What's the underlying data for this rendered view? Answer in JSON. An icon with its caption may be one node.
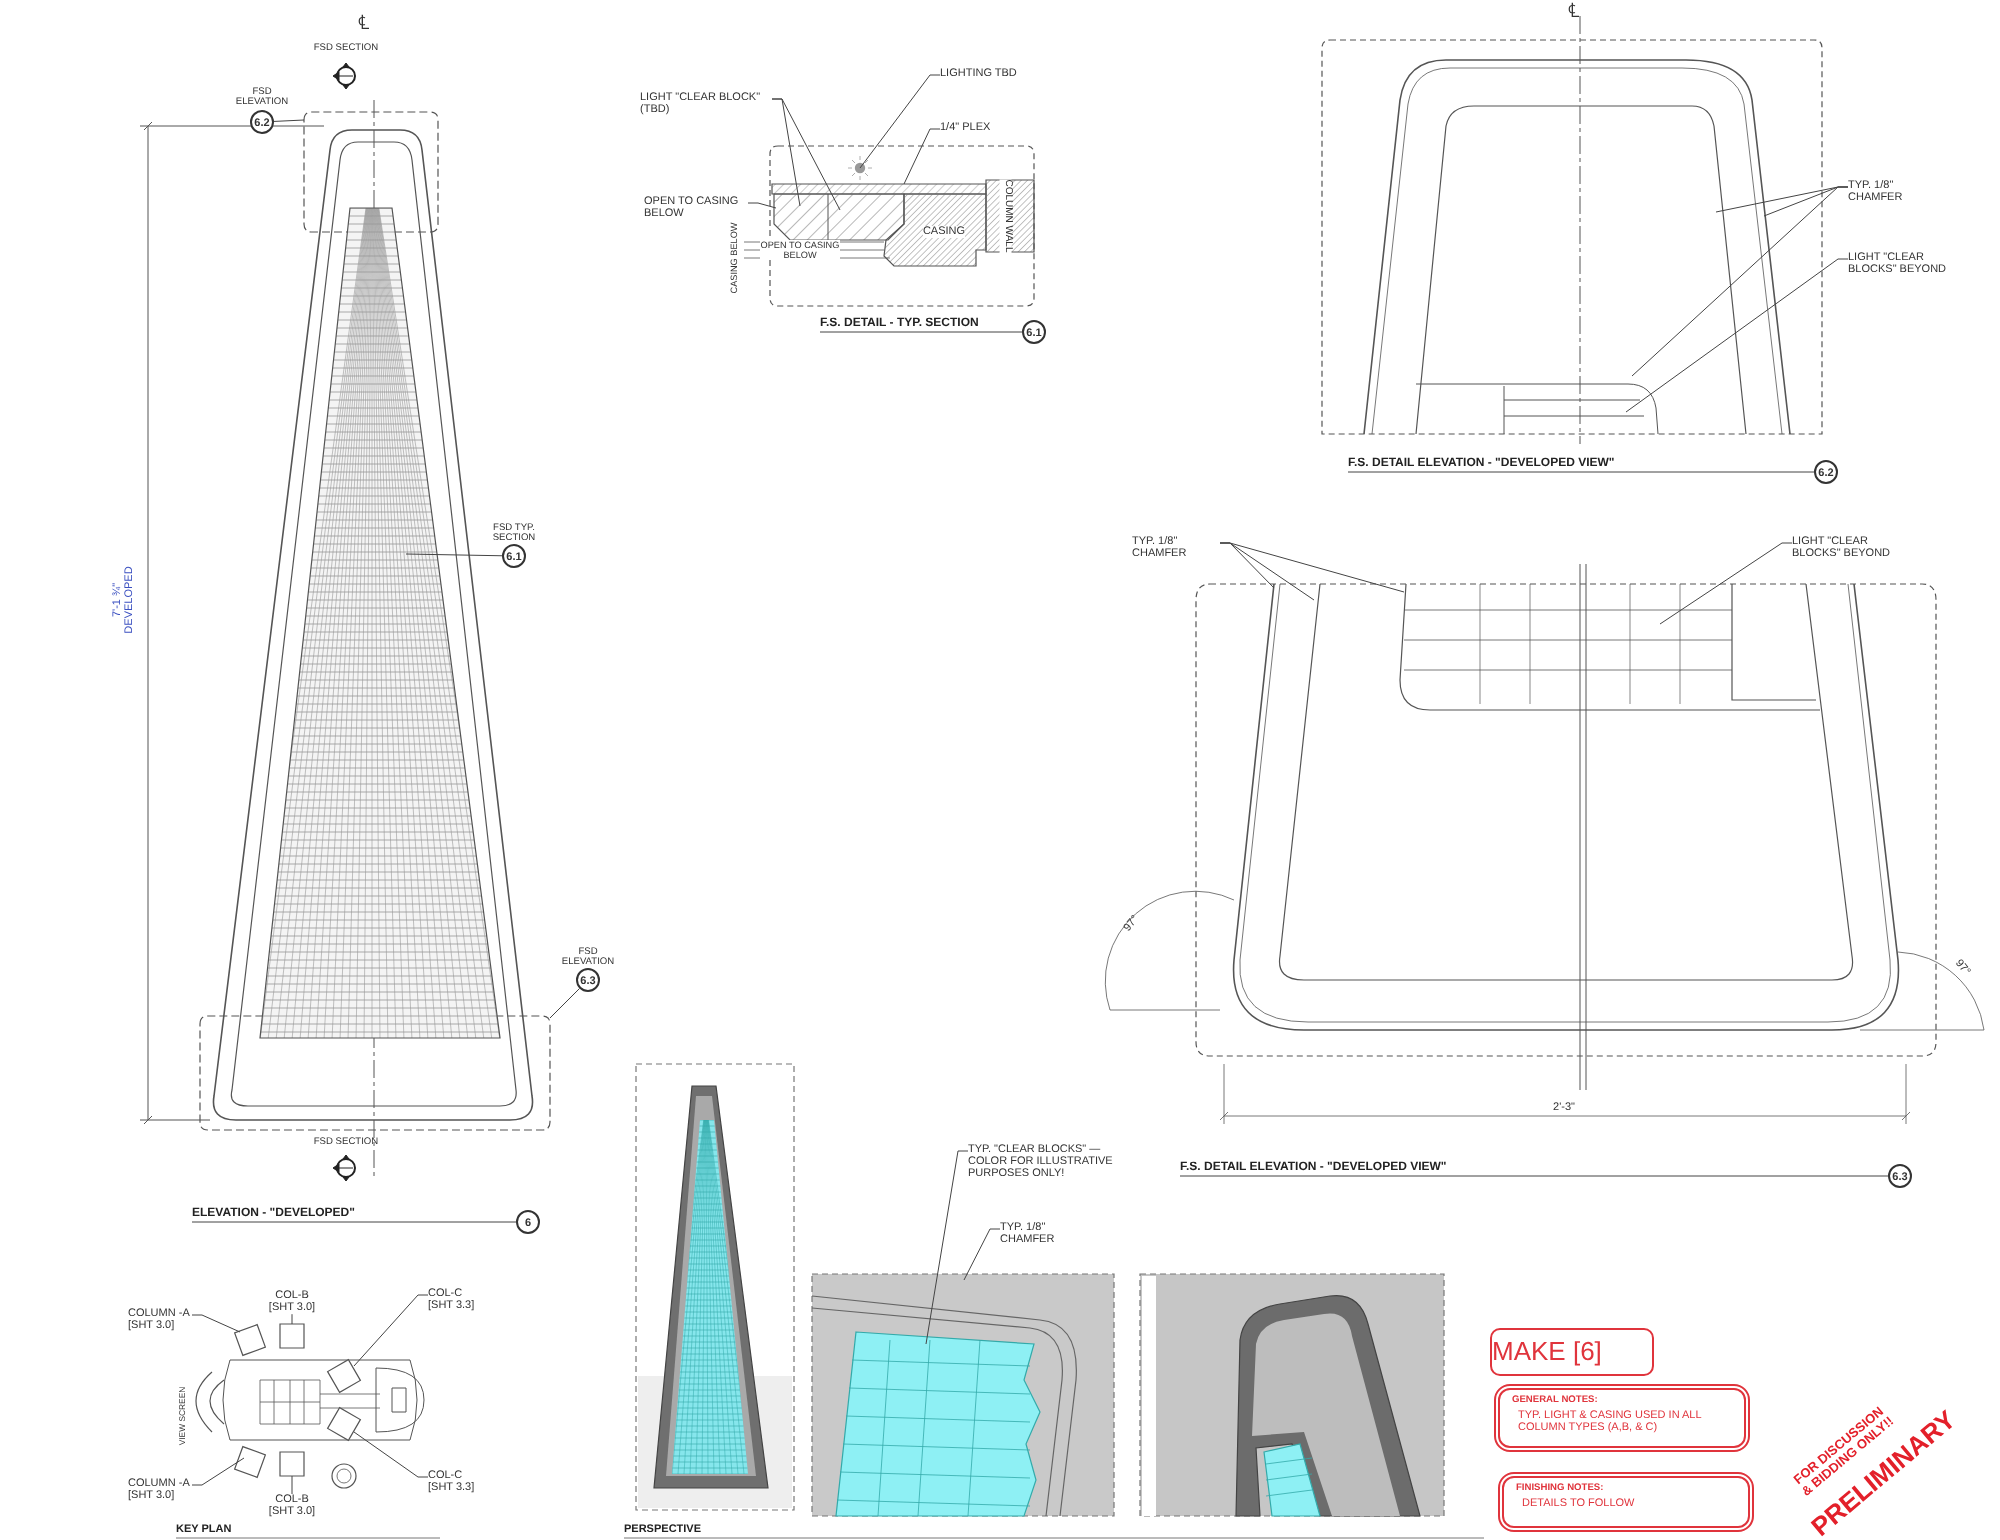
{
  "diagram": {
    "nodes": [
      {
        "text": [
          "6.2"
        ],
        "beside": [
          "FSD ELEVATION"
        ]
      },
      {
        "text": [],
        "shape": "circle",
        "beside": [
          "FSD SECTION"
        ]
      },
      {
        "text": [
          "6.1"
        ],
        "beside": [
          "FSD TYP. SECTION"
        ]
      },
      {
        "text": [
          "6.3"
        ],
        "beside": [
          "FSD ELEVATION"
        ]
      },
      {
        "text": [],
        "shape": "circle",
        "beside": [
          "FSD SECTION"
        ]
      },
      {
        "text": [
          "6"
        ]
      },
      {
        "text": [
          "6.1"
        ]
      },
      {
        "text": [
          "6.2"
        ]
      },
      {
        "text": [
          "6.3"
        ]
      },
      {
        "text": [
          "LIGHT \"CLEAR BLOCK\" (TBD)"
        ]
      },
      {
        "text": [
          "LIGHTING TBD"
        ]
      },
      {
        "text": [
          "1/4\" PLEX"
        ]
      },
      {
        "text": [
          "OPEN TO CASING BELOW"
        ]
      },
      {
        "text": [
          "TYP. 1/8\" CHAMFER"
        ]
      },
      {
        "text": [
          "LIGHT \"CLEAR BLOCKS\" BEYOND"
        ]
      },
      {
        "text": [
          "TYP. 1/8\" CHAMFER"
        ]
      },
      {
        "text": [
          "LIGHT \"CLEAR BLOCKS\" BEYOND"
        ]
      },
      {
        "text": [
          "COLUMN -A [SHT 3.0]"
        ]
      },
      {
        "text": [
          "COL-B [SHT 3.0]"
        ]
      },
      {
        "text": [
          "COL-C [SHT 3.3]"
        ]
      },
      {
        "text": [
          "COL-C [SHT 3.3]"
        ]
      },
      {
        "text": [
          "COL-B [SHT 3.0]"
        ]
      },
      {
        "text": [
          "COLUMN -A [SHT 3.0]"
        ]
      },
      {
        "text": [
          "TYP. \"CLEAR BLOCKS\" — COLOR FOR ILLUSTRATIVE PURPOSES ONLY!"
        ]
      },
      {
        "text": [
          "TYP. 1/8\" CHAMFER"
        ]
      },
      {
        "text": [
          "MAKE [6]"
        ]
      },
      {
        "text": [
          "GENERAL NOTES:",
          "TYP. LIGHT & CASING USED IN ALL COLUMN TYPES (A,B, & C)"
        ]
      },
      {
        "text": [
          "FINISHING NOTES:",
          "DETAILS TO FOLLOW"
        ]
      },
      {
        "text": [],
        "shape": "picture"
      },
      {
        "text": [],
        "shape": "picture"
      },
      {
        "text": [],
        "shape": "picture"
      },
      {
        "text": [],
        "shape": "picture"
      },
      {
        "text": [],
        "shape": "picture"
      },
      {
        "text": [],
        "shape": "picture"
      },
      {
        "text": [
          "ELEVATION - \"DEVELOPED\""
        ]
      },
      {
        "text": [
          "F.S. DETAIL - TYP. SECTION"
        ]
      },
      {
        "text": [
          "F.S. DETAIL ELEVATION - \"DEVELOPED VIEW\""
        ]
      },
      {
        "text": [
          "F.S. DETAIL ELEVATION - \"DEVELOPED VIEW\""
        ]
      }
    ],
    "edges": [
      {
        "from": 0,
        "to": 28,
        "arrow": "none"
      },
      {
        "from": 2,
        "to": 28,
        "arrow": "none"
      },
      {
        "from": 3,
        "to": 28,
        "arrow": "none"
      },
      {
        "from": 9,
        "to": 29,
        "arrow": "none"
      },
      {
        "from": 9,
        "to": 29,
        "arrow": "none"
      },
      {
        "from": 10,
        "to": 29,
        "arrow": "none"
      },
      {
        "from": 11,
        "to": 29,
        "arrow": "none"
      },
      {
        "from": 12,
        "to": 29,
        "arrow": "none"
      },
      {
        "from": 13,
        "to": 30,
        "arrow": "none"
      },
      {
        "from": 13,
        "to": 30,
        "arrow": "none"
      },
      {
        "from": 13,
        "to": 30,
        "arrow": "none"
      },
      {
        "from": 14,
        "to": 30,
        "arrow": "none"
      },
      {
        "from": 15,
        "to": 31,
        "arrow": "none"
      },
      {
        "from": 15,
        "to": 31,
        "arrow": "none"
      },
      {
        "from": 15,
        "to": 31,
        "arrow": "none"
      },
      {
        "from": 16,
        "to": 31,
        "arrow": "none"
      },
      {
        "from": 17,
        "to": 32,
        "arrow": "none"
      },
      {
        "from": 18,
        "to": 32,
        "arrow": "none"
      },
      {
        "from": 19,
        "to": 32,
        "arrow": "none"
      },
      {
        "from": 20,
        "to": 32,
        "arrow": "none"
      },
      {
        "from": 21,
        "to": 32,
        "arrow": "none"
      },
      {
        "from": 22,
        "to": 32,
        "arrow": "none"
      },
      {
        "from": 23,
        "to": 33,
        "arrow": "none"
      },
      {
        "from": 24,
        "to": 33,
        "arrow": "none"
      },
      {
        "from": 34,
        "to": 5,
        "arrow": "none"
      },
      {
        "from": 35,
        "to": 6,
        "arrow": "none"
      },
      {
        "from": 36,
        "to": 7,
        "arrow": "none"
      },
      {
        "from": 37,
        "to": 8,
        "arrow": "none"
      }
    ],
    "labels": [
      "℄",
      "℄",
      "7'-1 ¾\"",
      "DEVELOPED",
      "OPEN TO CASING BELOW",
      "CASING",
      "COLUMN WALL",
      "CASING BELOW",
      "97°",
      "97°",
      "2'-3\"",
      "VIEW SCREEN",
      "FOR DISCUSSION & BIDDING ONLY!!",
      "PRELIMINARY",
      "KEY PLAN",
      "PERSPECTIVE"
    ]
  }
}
